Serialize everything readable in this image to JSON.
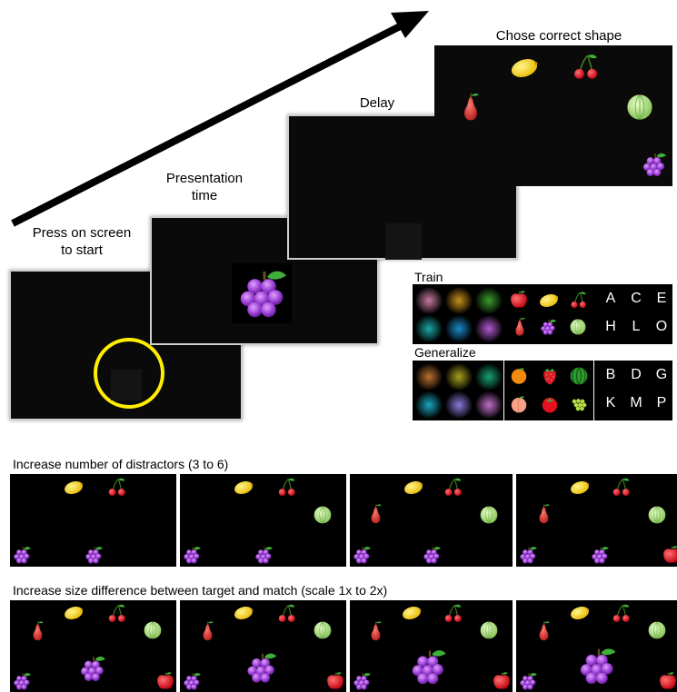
{
  "task": {
    "step1_label": "Press on screen\nto start",
    "step2_label": "Presentation\ntime",
    "step3_label": "Delay",
    "step4_label": "Chose correct shape"
  },
  "stimuli": {
    "train_label": "Train",
    "generalize_label": "Generalize",
    "train_letters": [
      "A",
      "C",
      "E",
      "H",
      "L",
      "O"
    ],
    "generalize_letters": [
      "B",
      "D",
      "G",
      "K",
      "M",
      "P"
    ],
    "train_blob_colors": [
      "#c77aa0",
      "#c8901c",
      "#3a9a2c",
      "#1aa7a7",
      "#1a8ac8",
      "#b35ad0"
    ],
    "generalize_blob_colors": [
      "#b87030",
      "#a8a020",
      "#18a070",
      "#1aa7c0",
      "#8a7ad8",
      "#c070c8"
    ],
    "train_fruit_icons": [
      "apple-icon",
      "lemon-icon",
      "cherry-icon",
      "pear-icon",
      "grapes-icon",
      "melon-icon"
    ],
    "generalize_fruit_icons": [
      "orange-icon",
      "strawberry-icon",
      "watermelon-icon",
      "peach-icon",
      "tomato-icon",
      "green-grapes-icon"
    ]
  },
  "rows": {
    "distractors_title": "Increase number of distractors (3 to 6)",
    "size_title": "Increase size difference between target and match (scale 1x to 2x)"
  }
}
